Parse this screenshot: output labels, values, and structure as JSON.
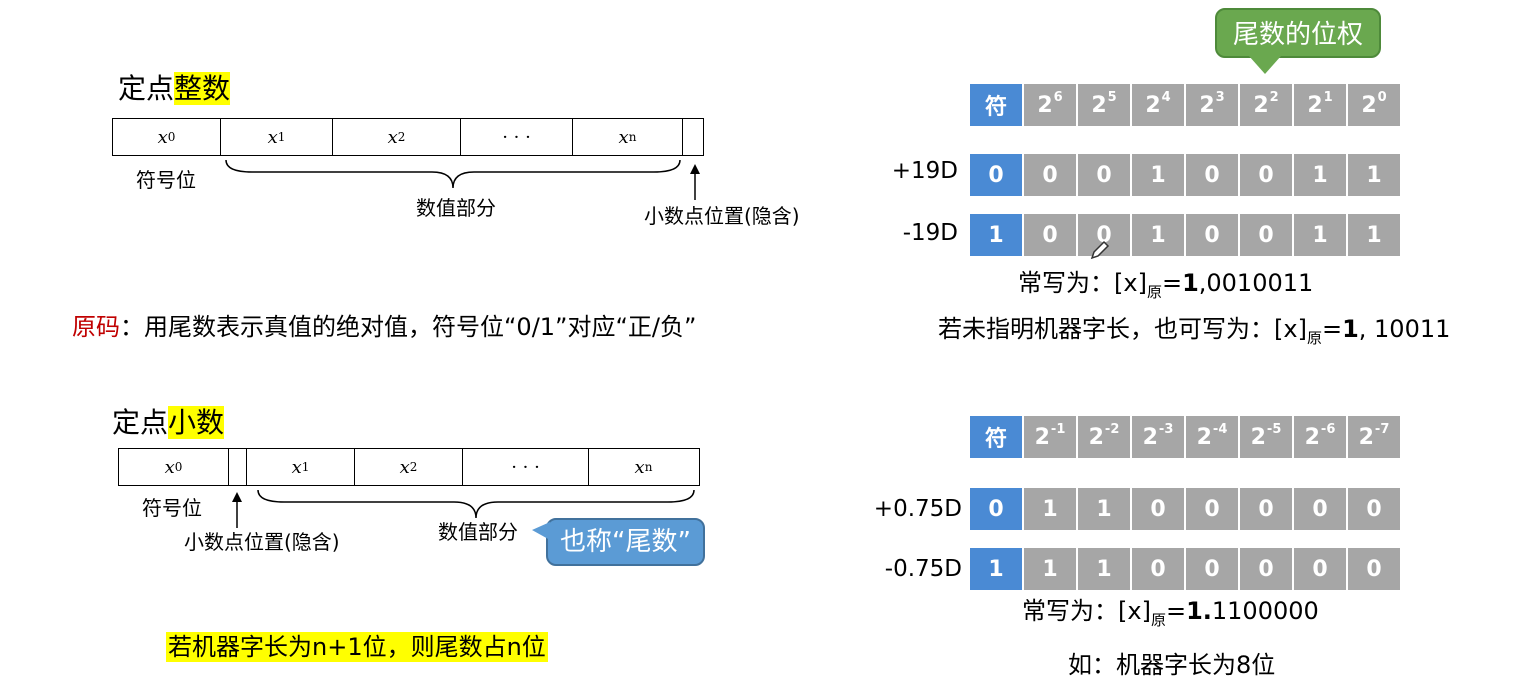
{
  "int_section": {
    "title_plain": "定点",
    "title_hl": "整数",
    "cells": [
      {
        "v": "x",
        "s": "0"
      },
      {
        "v": "x",
        "s": "1"
      },
      {
        "v": "x",
        "s": "2"
      },
      {
        "v": "· · ·",
        "s": ""
      },
      {
        "v": "x",
        "s": "n"
      }
    ],
    "sign_label": "符号位",
    "value_label": "数值部分",
    "point_label": "小数点位置(隐含)"
  },
  "frac_section": {
    "title_plain": "定点",
    "title_hl": "小数",
    "cells": [
      {
        "v": "x",
        "s": "0"
      },
      {
        "v": "x",
        "s": "1"
      },
      {
        "v": "x",
        "s": "2"
      },
      {
        "v": "· · ·",
        "s": ""
      },
      {
        "v": "x",
        "s": "n"
      }
    ],
    "sign_label": "符号位",
    "point_label": "小数点位置(隐含)",
    "value_label": "数值部分",
    "callout": "也称“尾数”"
  },
  "original_code": {
    "term": "原码",
    "desc": "：用尾数表示真值的绝对值，符号位“0/1”对应“正/负”"
  },
  "machine_note": "若机器字长为n+1位，则尾数占n位",
  "int_table": {
    "callout": "尾数的位权",
    "header": [
      {
        "b": "符",
        "e": ""
      },
      {
        "b": "2",
        "e": "6"
      },
      {
        "b": "2",
        "e": "5"
      },
      {
        "b": "2",
        "e": "4"
      },
      {
        "b": "2",
        "e": "3"
      },
      {
        "b": "2",
        "e": "2"
      },
      {
        "b": "2",
        "e": "1"
      },
      {
        "b": "2",
        "e": "0"
      }
    ],
    "rows": [
      {
        "label": "+19D",
        "bits": [
          "0",
          "0",
          "0",
          "1",
          "0",
          "0",
          "1",
          "1"
        ]
      },
      {
        "label": "-19D",
        "bits": [
          "1",
          "0",
          "0",
          "1",
          "0",
          "0",
          "1",
          "1"
        ]
      }
    ],
    "note1": {
      "pre": "常写为：",
      "x": "[x]",
      "sub": "原",
      "eq": "=",
      "bold": "1",
      "rest": ",0010011"
    },
    "note2": {
      "pre": "若未指明机器字长，也可写为：",
      "x": "[x]",
      "sub": "原",
      "eq": "=",
      "bold": "1",
      "rest": ", 10011"
    }
  },
  "frac_table": {
    "header": [
      {
        "b": "符",
        "e": ""
      },
      {
        "b": "2",
        "e": "-1"
      },
      {
        "b": "2",
        "e": "-2"
      },
      {
        "b": "2",
        "e": "-3"
      },
      {
        "b": "2",
        "e": "-4"
      },
      {
        "b": "2",
        "e": "-5"
      },
      {
        "b": "2",
        "e": "-6"
      },
      {
        "b": "2",
        "e": "-7"
      }
    ],
    "rows": [
      {
        "label": "+0.75D",
        "bits": [
          "0",
          "1",
          "1",
          "0",
          "0",
          "0",
          "0",
          "0"
        ]
      },
      {
        "label": "-0.75D",
        "bits": [
          "1",
          "1",
          "1",
          "0",
          "0",
          "0",
          "0",
          "0"
        ]
      }
    ],
    "note1": {
      "pre": "常写为：",
      "x": "[x]",
      "sub": "原",
      "eq": "=",
      "bold": "1.",
      "rest": "1100000"
    },
    "note2": "如：机器字长为8位"
  },
  "colors": {
    "sign_cell": "#4a8ad4",
    "bit_cell": "#a6a6a6",
    "highlight": "#ffff00",
    "green_callout": "#6aa84f",
    "blue_callout": "#5b9bd5",
    "term_red": "#c00000"
  }
}
